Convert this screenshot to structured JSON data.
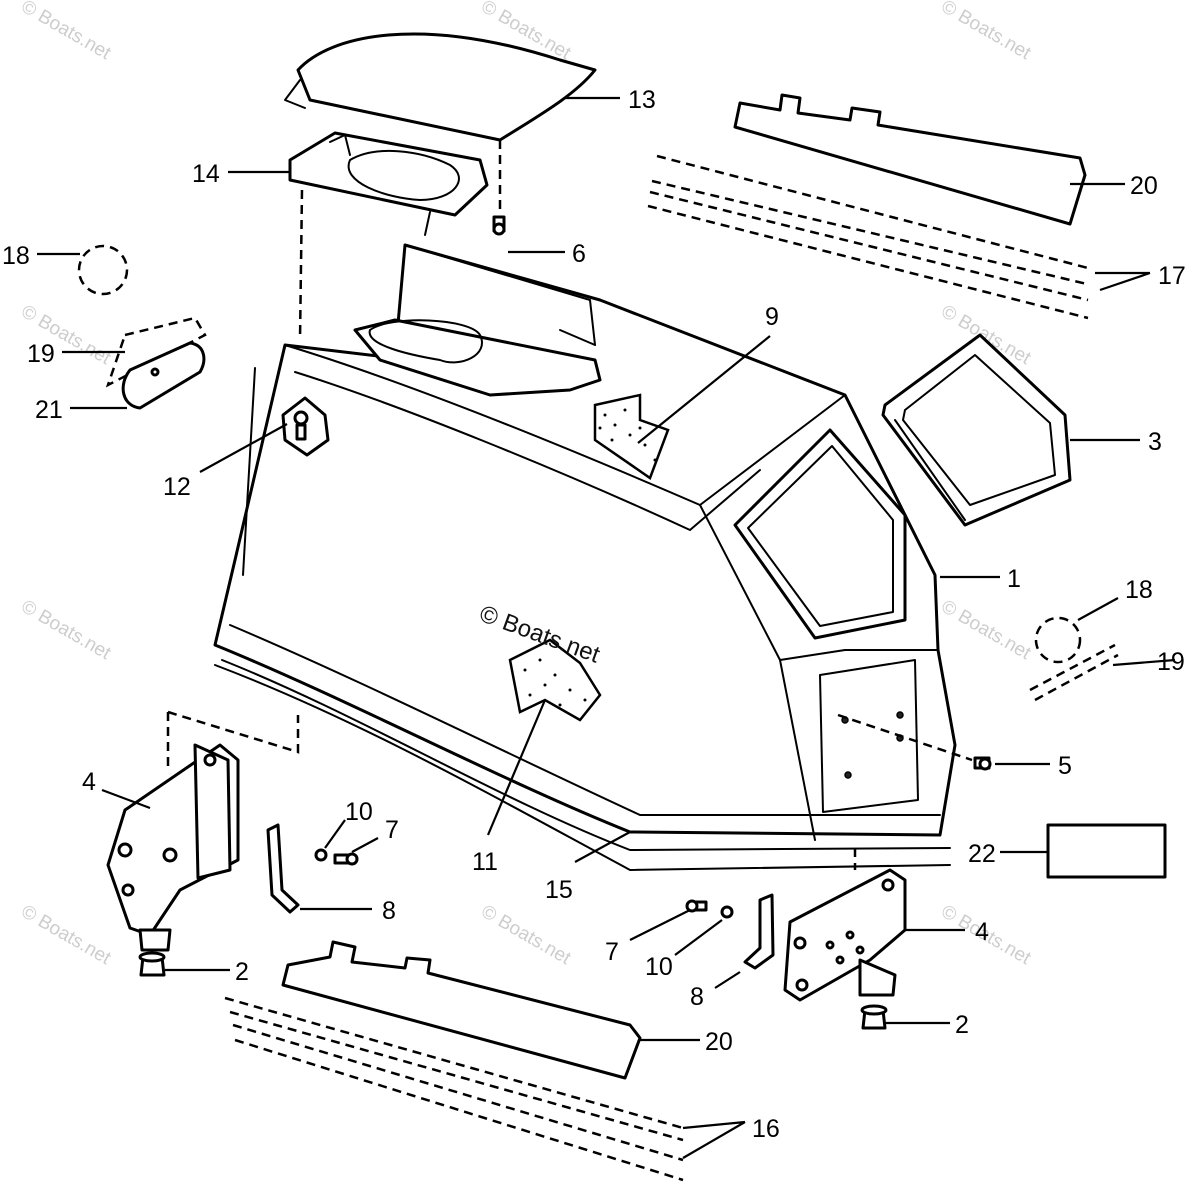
{
  "watermark": {
    "text": "© Boats.net"
  },
  "callouts": [
    {
      "id": "c13a",
      "label": "13"
    },
    {
      "id": "c14",
      "label": "14"
    },
    {
      "id": "c6",
      "label": "6"
    },
    {
      "id": "c20a",
      "label": "20"
    },
    {
      "id": "c17",
      "label": "17"
    },
    {
      "id": "c18a",
      "label": "18"
    },
    {
      "id": "c19a",
      "label": "19"
    },
    {
      "id": "c21",
      "label": "21"
    },
    {
      "id": "c9",
      "label": "9"
    },
    {
      "id": "c12",
      "label": "12"
    },
    {
      "id": "c3",
      "label": "3"
    },
    {
      "id": "c1",
      "label": "1"
    },
    {
      "id": "c18b",
      "label": "18"
    },
    {
      "id": "c19b",
      "label": "19"
    },
    {
      "id": "c5",
      "label": "5"
    },
    {
      "id": "c4a",
      "label": "4"
    },
    {
      "id": "c10a",
      "label": "10"
    },
    {
      "id": "c7a",
      "label": "7"
    },
    {
      "id": "c11",
      "label": "11"
    },
    {
      "id": "c15",
      "label": "15"
    },
    {
      "id": "c22",
      "label": "22"
    },
    {
      "id": "c8a",
      "label": "8"
    },
    {
      "id": "c2a",
      "label": "2"
    },
    {
      "id": "c7b",
      "label": "7"
    },
    {
      "id": "c10b",
      "label": "10"
    },
    {
      "id": "c4b",
      "label": "4"
    },
    {
      "id": "c8b",
      "label": "8"
    },
    {
      "id": "c2b",
      "label": "2"
    },
    {
      "id": "c20b",
      "label": "20"
    },
    {
      "id": "c16",
      "label": "16"
    }
  ]
}
